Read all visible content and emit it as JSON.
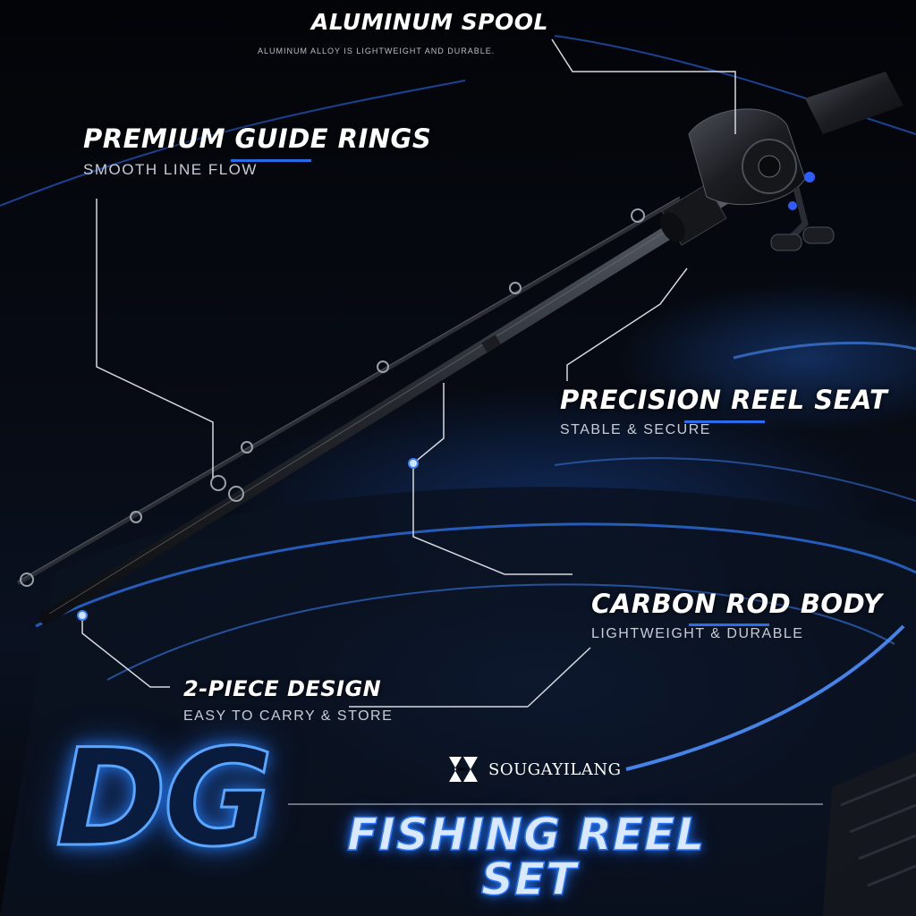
{
  "callouts": {
    "aluminum_spool": {
      "title": "ALUMINUM SPOOL",
      "subtitle": "ALUMINUM ALLOY IS LIGHTWEIGHT AND DURABLE."
    },
    "guide_rings": {
      "title": "PREMIUM GUIDE RINGS",
      "subtitle": "SMOOTH LINE FLOW"
    },
    "reel_seat": {
      "title": "PRECISION REEL SEAT",
      "subtitle": "STABLE & SECURE"
    },
    "carbon_body": {
      "title": "CARBON ROD BODY",
      "subtitle": "LIGHTWEIGHT & DURABLE"
    },
    "two_piece": {
      "title": "2-PIECE DESIGN",
      "subtitle": "EASY TO CARRY & STORE"
    }
  },
  "branding": {
    "logo_text": "DG",
    "brand_name": "SOUGAYILANG",
    "product_line1": "FISHING REEL",
    "product_line2": "SET"
  },
  "colors": {
    "accent_blue": "#2b78ff",
    "glow_blue": "#58a6ff",
    "background": "#05070c",
    "text_primary": "#ffffff",
    "text_secondary": "#c8ccd6"
  },
  "icons": [
    "brand-logo-icon",
    "callout-dot-icon"
  ]
}
